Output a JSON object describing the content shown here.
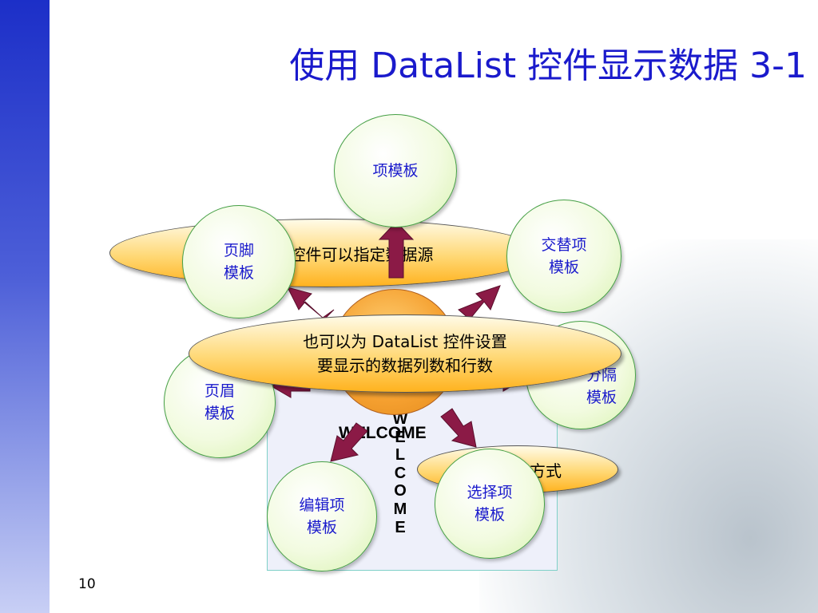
{
  "title": "使用 DataList 控件显示数据 3-1",
  "page_number": "10",
  "ellipses": {
    "datasource": "DataList 控件可以指定数据源",
    "columns": "也可以为 DataList 控件设置\n要显示的数据列数和行数",
    "style": "显示方式"
  },
  "circles": {
    "item": "项模板",
    "alternating": "交替项\n模板",
    "footer": "页脚\n模板",
    "separator": "分隔\n模板",
    "header": "页眉\n模板",
    "edit": "编辑项\n模板",
    "selected": "选择项\n模板"
  },
  "welcome": {
    "horizontal": "WELCOME",
    "vertical": [
      "W",
      "E",
      "L",
      "C",
      "O",
      "M",
      "E"
    ]
  },
  "colors": {
    "title": "#1a1acc",
    "arrow": "#8b1a46",
    "circle_text": "#1a1acc"
  }
}
